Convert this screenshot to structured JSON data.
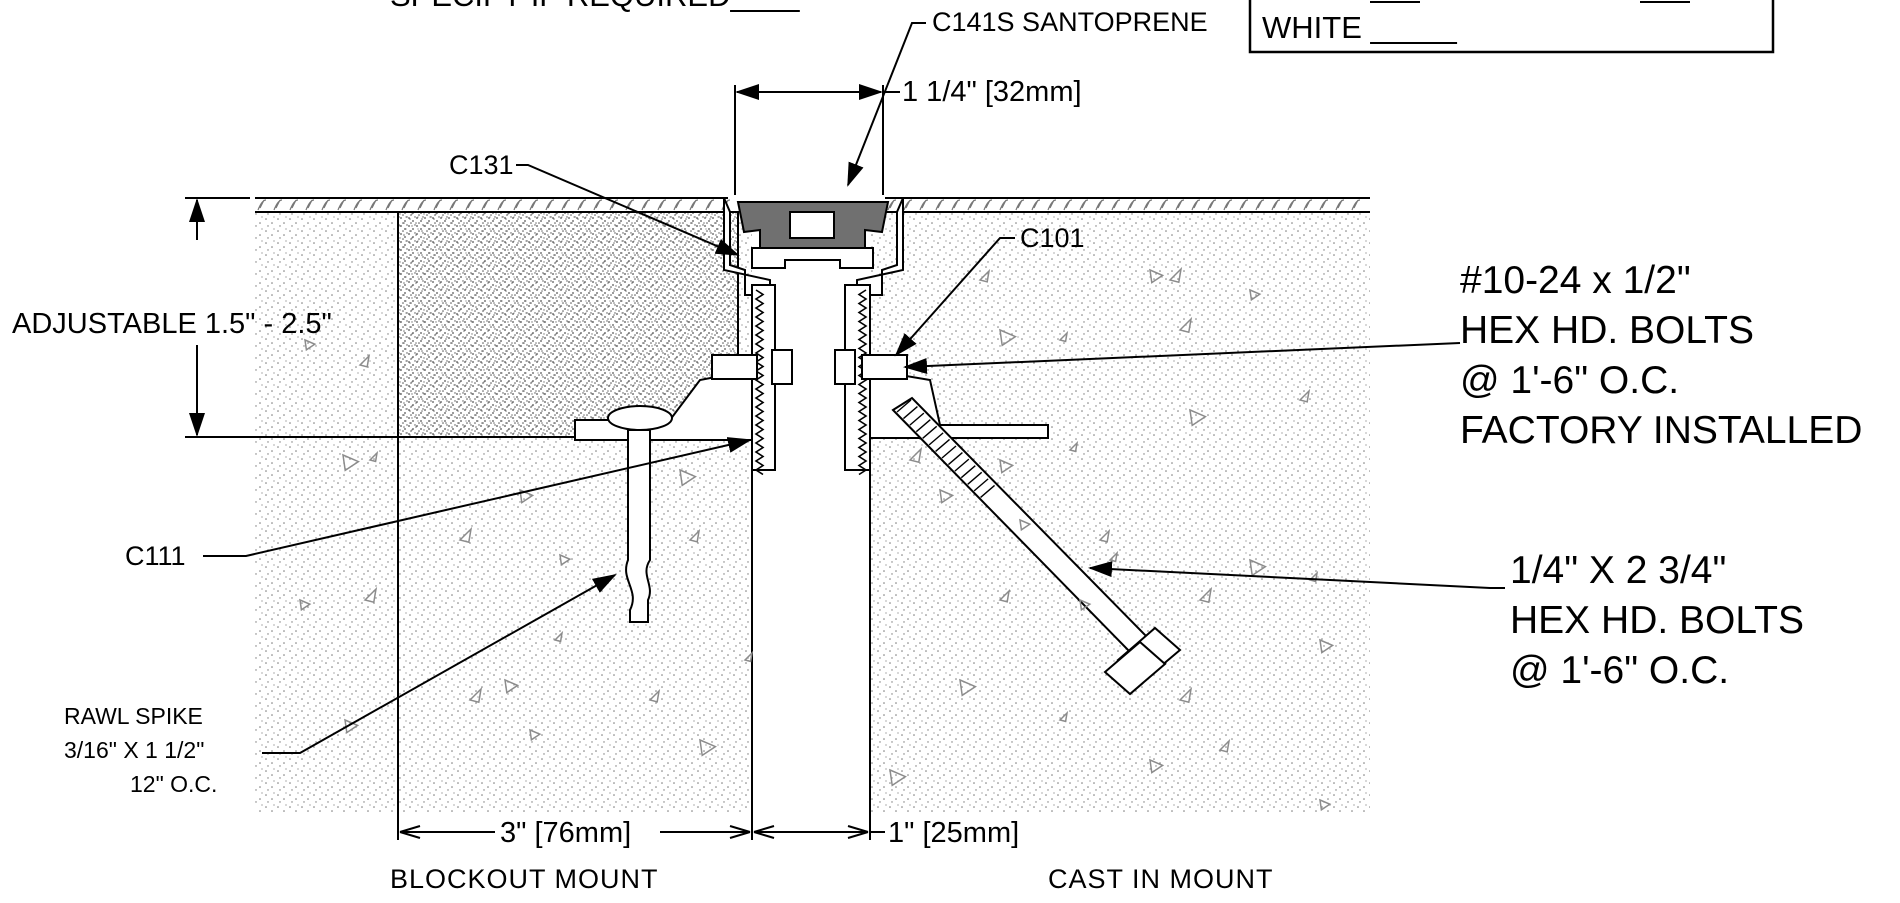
{
  "top_labels": {
    "spec_fragment": "SPECIFY IF REQUIRED____",
    "gasket": "C141S SANTOPRENE",
    "joint_width": "1 1/4\" [32mm]"
  },
  "color_box": {
    "white": "WHITE _____"
  },
  "parts": {
    "c131": "C131",
    "c101": "C101",
    "c111": "C111"
  },
  "adjustable": "ADJUSTABLE 1.5\" - 2.5\"",
  "hex_bolts_1": [
    "#10-24  x 1/2\"",
    "HEX HD. BOLTS",
    "@ 1'-6\" O.C.",
    "FACTORY INSTALLED"
  ],
  "hex_bolts_2": [
    "1/4\" X 2 3/4\"",
    "HEX HD. BOLTS",
    "@ 1'-6\" O.C."
  ],
  "rawl_spike": [
    "RAWL SPIKE",
    "3/16\" X 1 1/2\"",
    "12\" O.C."
  ],
  "dims": {
    "blockout": "3\" [76mm]",
    "gap": "1\" [25mm]"
  },
  "captions": {
    "left": "BLOCKOUT  MOUNT",
    "right": "CAST  IN  MOUNT"
  },
  "colors": {
    "line": "#000000",
    "gasket": "#707070",
    "aggregate": "#8c8c8c"
  }
}
